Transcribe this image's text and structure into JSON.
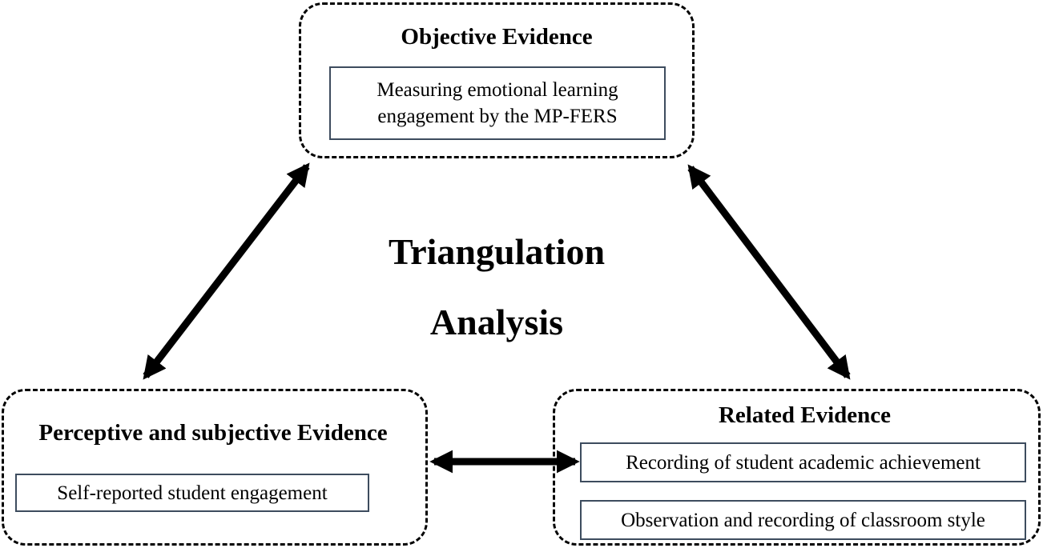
{
  "objective": {
    "title": "Objective Evidence",
    "item_line1": "Measuring emotional learning",
    "item_line2": "engagement by the MP-FERS"
  },
  "perceptive": {
    "title": "Perceptive and subjective Evidence",
    "item": "Self-reported student engagement"
  },
  "related": {
    "title": "Related Evidence",
    "items": [
      "Recording of student academic achievement",
      "Observation and recording of classroom style"
    ]
  },
  "center": {
    "line1": "Triangulation",
    "line2": "Analysis"
  }
}
